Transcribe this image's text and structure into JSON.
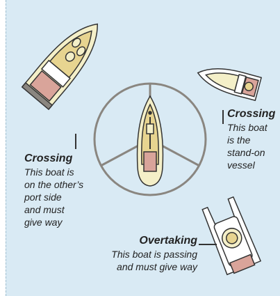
{
  "annotations": {
    "crossing_left": {
      "title": "Crossing",
      "lines": [
        "This boat is",
        "on the other’s",
        "port side",
        "and must",
        "give way"
      ]
    },
    "crossing_right": {
      "title": "Crossing",
      "lines": [
        "This boat",
        "is the",
        "stand-on",
        "vessel"
      ]
    },
    "overtaking": {
      "title": "Overtaking",
      "lines": [
        "This boat is passing",
        "and must give way"
      ]
    }
  },
  "colors": {
    "background": "#d9eaf4",
    "hull": "#f4efc8",
    "deck": "#e7d490",
    "cockpit": "#d9a49a",
    "outline": "#333333",
    "sector_lines": "#8a8680"
  }
}
